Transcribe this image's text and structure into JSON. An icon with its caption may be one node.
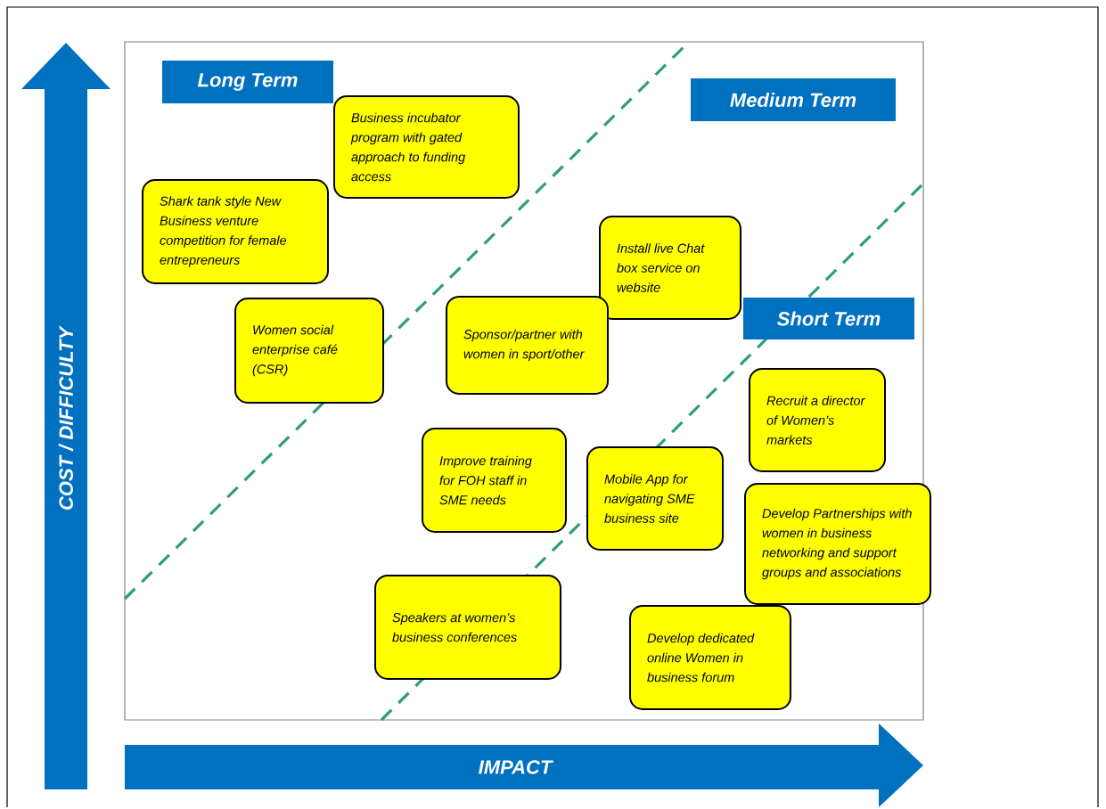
{
  "diagram": {
    "nodes": [
      {
        "text": [
          "Long Term"
        ]
      },
      {
        "text": [
          "Business incubator program with gated approach to funding access"
        ]
      },
      {
        "text": [
          "Medium Term"
        ]
      },
      {
        "text": [
          "Shark tank style New Business venture competition for female entrepreneurs"
        ]
      },
      {
        "text": [
          "Install live Chat box service on website"
        ]
      },
      {
        "text": [
          "Short Term"
        ]
      },
      {
        "text": [
          "Women social enterprise café (CSR)"
        ]
      },
      {
        "text": [
          "Sponsor/partner with women in sport/other"
        ]
      },
      {
        "text": [
          "Recruit a director of Women’s markets"
        ]
      },
      {
        "text": [
          "Improve training for FOH staff in SME needs"
        ]
      },
      {
        "text": [
          "Mobile App for navigating SME business site"
        ]
      },
      {
        "text": [
          "Develop Partnerships with women in business networking and support groups and associations"
        ]
      },
      {
        "text": [
          "Speakers at women’s business conferences"
        ]
      },
      {
        "text": [
          "Develop dedicated online Women in business forum"
        ]
      },
      {
        "text": [
          "COST / DIFFICULTY"
        ]
      },
      {
        "text": [
          "IMPACT"
        ]
      }
    ]
  }
}
